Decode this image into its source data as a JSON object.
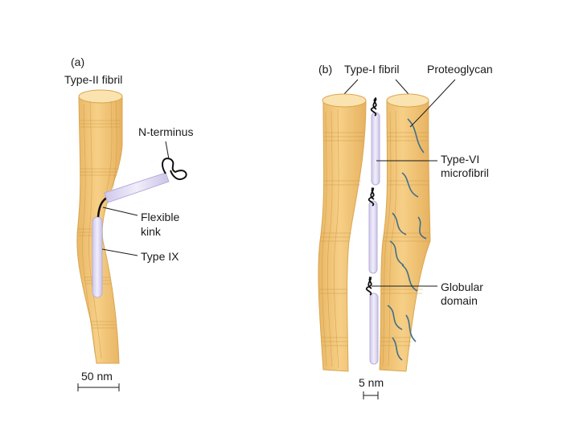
{
  "panel_a": {
    "letter": "(a)",
    "title": "Type-II fibril",
    "labels": {
      "n_terminus": "N-terminus",
      "flexible_kink_1": "Flexible",
      "flexible_kink_2": "kink",
      "type_ix": "Type IX"
    },
    "scale_bar": "50 nm"
  },
  "panel_b": {
    "letter": "(b)",
    "title": "Type-I fibril",
    "labels": {
      "proteoglycan": "Proteoglycan",
      "type_vi_1": "Type-VI",
      "type_vi_2": "microfibril",
      "globular_1": "Globular",
      "globular_2": "domain"
    },
    "scale_bar": "5 nm"
  },
  "colors": {
    "fibril_fill": "#f3c77a",
    "fibril_top": "#fbe3b0",
    "microfibril": "#dcd6f0",
    "proteoglycan": "#3f6f8a"
  }
}
